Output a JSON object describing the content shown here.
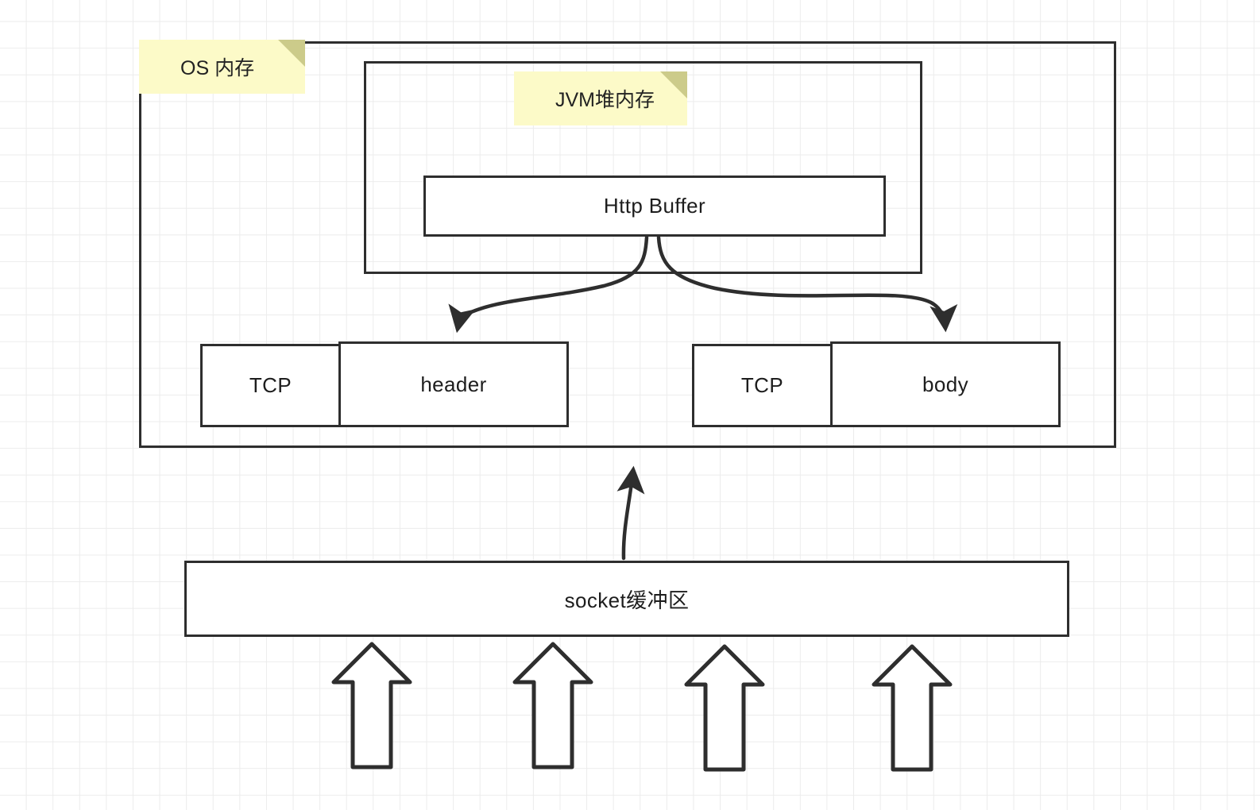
{
  "diagram": {
    "title": "HTTP buffer to socket buffer memory diagram",
    "colors": {
      "stroke": "#2e2e2e",
      "text": "#1d1d1d",
      "sticky_fill": "#fcfac8",
      "sticky_fold": "#cccb8a",
      "grid": "#ececec",
      "background": "#ffffff"
    },
    "os_memory": {
      "label": "OS 内存"
    },
    "jvm_heap": {
      "label": "JVM堆内存"
    },
    "http_buffer": {
      "label": "Http Buffer"
    },
    "packet_left": {
      "tcp_label": "TCP",
      "payload_label": "header"
    },
    "packet_right": {
      "tcp_label": "TCP",
      "payload_label": "body"
    },
    "socket_buffer": {
      "label": "socket缓冲区"
    },
    "inbound_arrows": [
      {
        "name": "inbound-arrow-1"
      },
      {
        "name": "inbound-arrow-2"
      },
      {
        "name": "inbound-arrow-3"
      },
      {
        "name": "inbound-arrow-4"
      }
    ],
    "connectors": [
      {
        "name": "http-buffer-to-header",
        "from": "Http Buffer",
        "to": "header"
      },
      {
        "name": "http-buffer-to-body",
        "from": "Http Buffer",
        "to": "body"
      },
      {
        "name": "socket-buffer-to-os-memory",
        "from": "socket缓冲区",
        "to": "OS 内存"
      }
    ]
  }
}
